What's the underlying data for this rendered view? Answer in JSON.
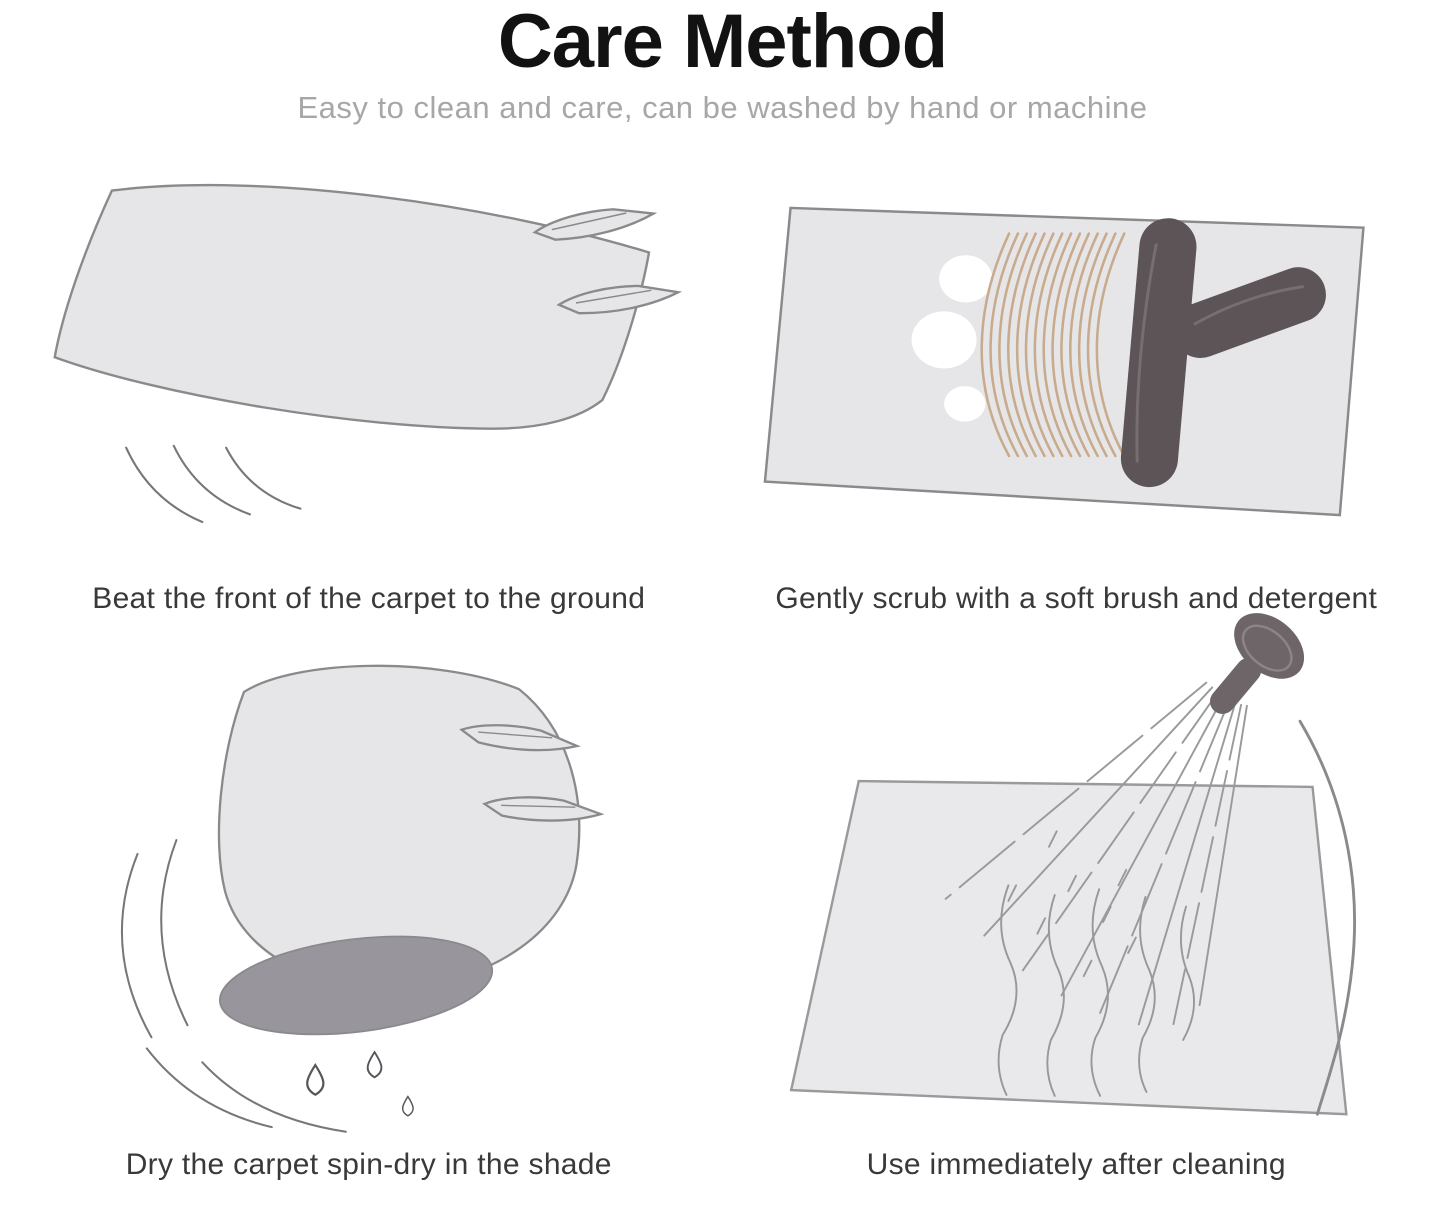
{
  "page": {
    "title": "Care Method",
    "subtitle": "Easy to clean and care, can be washed by hand or machine"
  },
  "panels": [
    {
      "icon": "carpet-beating-illustration",
      "caption": "Beat the front of the carpet to the ground"
    },
    {
      "icon": "brush-scrub-illustration",
      "caption": "Gently scrub with a soft brush and detergent"
    },
    {
      "icon": "spin-dry-illustration",
      "caption": "Dry the carpet spin-dry in the shade"
    },
    {
      "icon": "shower-rinse-illustration",
      "caption": "Use immediately after cleaning"
    }
  ],
  "colors": {
    "carpet_fill": "#e6e6e9",
    "carpet_stroke": "#8a8a8d",
    "carpet_underside": "#98959c",
    "brush_body": "#5d5458",
    "bristles": "#c8ab8c",
    "foam": "#ffffff",
    "motion_line": "#77777a",
    "title_text": "#121212",
    "subtitle_text": "#a7a7a9",
    "caption_text": "#39393b"
  }
}
